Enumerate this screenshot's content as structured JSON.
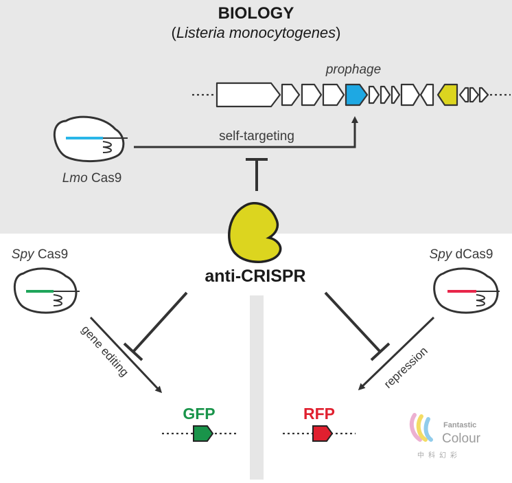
{
  "header": {
    "title": "BIOLOGY",
    "subtitle_open": "(",
    "subtitle_organism": "Listeria monocytogenes",
    "subtitle_close": ")"
  },
  "prophage": {
    "label": "prophage"
  },
  "lmo_cas9": {
    "species": "Lmo",
    "protein": "Cas9"
  },
  "self_targeting": {
    "label": "self-targeting"
  },
  "anti_crispr": {
    "label": "anti-CRISPR"
  },
  "spy_cas9": {
    "species": "Spy",
    "protein": "Cas9"
  },
  "spy_dcas9": {
    "species": "Spy",
    "protein": "dCas9"
  },
  "gene_editing": {
    "label": "gene editing"
  },
  "repression": {
    "label": "repression"
  },
  "gfp": {
    "label": "GFP"
  },
  "rfp": {
    "label": "RFP"
  },
  "watermark": {
    "line1": "Fantastic",
    "line2": "Colour",
    "line3": "中科幻彩"
  },
  "colors": {
    "top_panel": "#e8e8e8",
    "divider": "#e6e6e6",
    "acr_yellow": "#dcd51f",
    "gene_blue": "#1ea8e3",
    "gene_yellow": "#dcd51f",
    "cas9_guide_blue": "#29b6e8",
    "cas9_guide_green": "#1fa55a",
    "dcas9_guide_red": "#e8264a",
    "gfp_green": "#19944a",
    "rfp_red": "#e0202f"
  }
}
